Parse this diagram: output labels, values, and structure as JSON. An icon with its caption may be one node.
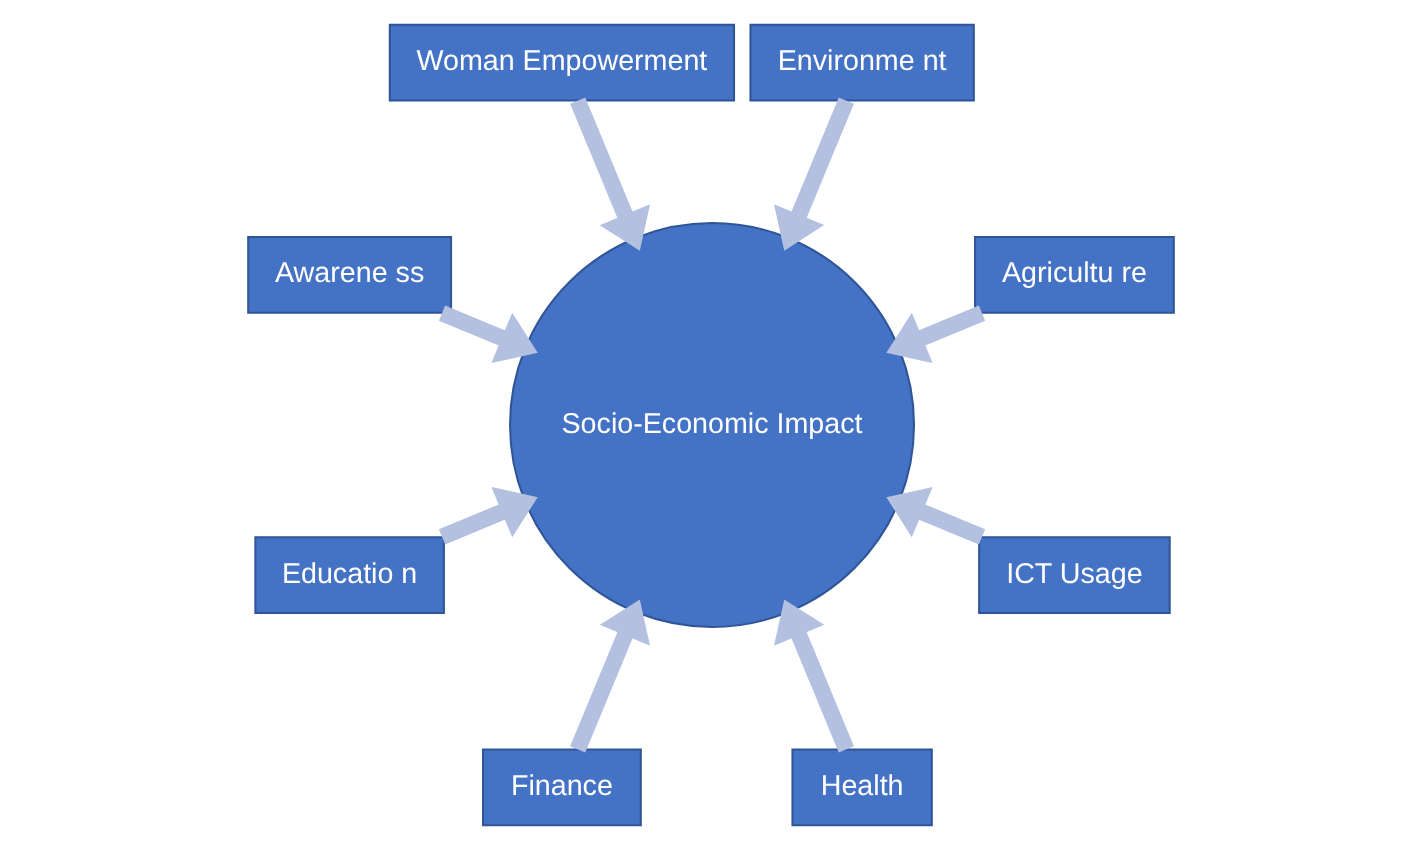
{
  "diagram": {
    "nodes": [
      {
        "text": [
          "Agricultu re"
        ]
      },
      {
        "text": [
          "Environme nt"
        ]
      },
      {
        "text": [
          "Woman Empowerment"
        ]
      },
      {
        "text": [
          "Awarene ss"
        ]
      },
      {
        "text": [
          "Educatio n"
        ]
      },
      {
        "text": [
          "Finance"
        ]
      },
      {
        "text": [
          "Health"
        ]
      },
      {
        "text": [
          "Socio-Economic Impact"
        ]
      },
      {
        "text": [
          "ICT Usage"
        ]
      }
    ],
    "edges": [
      {
        "from": 0,
        "to": 7,
        "arrow": "to"
      },
      {
        "from": 1,
        "to": 7,
        "arrow": "to"
      },
      {
        "from": 2,
        "to": 7,
        "arrow": "to"
      },
      {
        "from": 3,
        "to": 7,
        "arrow": "to"
      },
      {
        "from": 4,
        "to": 7,
        "arrow": "to"
      },
      {
        "from": 5,
        "to": 7,
        "arrow": "to"
      },
      {
        "from": 6,
        "to": 7,
        "arrow": "to"
      },
      {
        "from": 8,
        "to": 7,
        "arrow": "to"
      }
    ]
  }
}
